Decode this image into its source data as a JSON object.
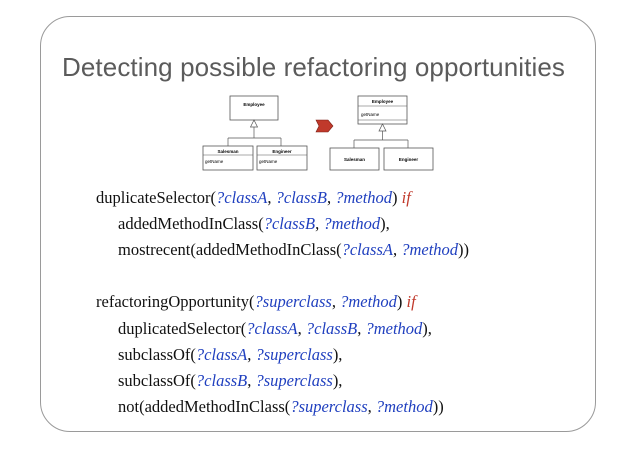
{
  "slide": {
    "title": "Detecting possible refactoring opportunities"
  },
  "diagram": {
    "before": {
      "superclass": {
        "name": "Employee"
      },
      "subclasses": [
        {
          "name": "Salesman",
          "method": "getName"
        },
        {
          "name": "Engineer",
          "method": "getName"
        }
      ]
    },
    "after": {
      "superclass": {
        "name": "Employee",
        "method": "getName"
      },
      "subclasses": [
        {
          "name": "Salesman"
        },
        {
          "name": "Engineer"
        }
      ]
    },
    "arrow_color": "#c0392b"
  },
  "code": {
    "rule1": {
      "head": {
        "fn": "duplicateSelector(",
        "a1": "?classA",
        "s1": ", ",
        "a2": "?classB",
        "s2": ", ",
        "a3": "?method",
        "close": ") ",
        "kw": "if"
      },
      "b1": {
        "fn": "addedMethodInClass(",
        "a1": "?classB",
        "s1": ", ",
        "a2": "?method",
        "close": "),"
      },
      "b2": {
        "fn": "mostrecent(addedMethodInClass(",
        "a1": "?classA",
        "s1": ", ",
        "a2": "?method",
        "close": "))"
      }
    },
    "rule2": {
      "head": {
        "fn": "refactoringOpportunity(",
        "a1": "?superclass",
        "s1": ", ",
        "a2": "?method",
        "close": ") ",
        "kw": "if"
      },
      "b1": {
        "fn": "duplicatedSelector(",
        "a1": "?classA",
        "s1": ", ",
        "a2": "?classB",
        "s2": ", ",
        "a3": "?method",
        "close": "),"
      },
      "b2": {
        "fn": "subclassOf(",
        "a1": "?classA",
        "s1": ", ",
        "a2": "?superclass",
        "close": "),"
      },
      "b3": {
        "fn": "subclassOf(",
        "a1": "?classB",
        "s1": ", ",
        "a2": "?superclass",
        "close": "),"
      },
      "b4": {
        "fn": "not(addedMethodInClass(",
        "a1": "?superclass",
        "s1": ", ",
        "a2": "?method",
        "close": "))"
      }
    },
    "colors": {
      "variable": "#1f3fbf",
      "keyword": "#c0392b",
      "text": "#111111"
    }
  }
}
